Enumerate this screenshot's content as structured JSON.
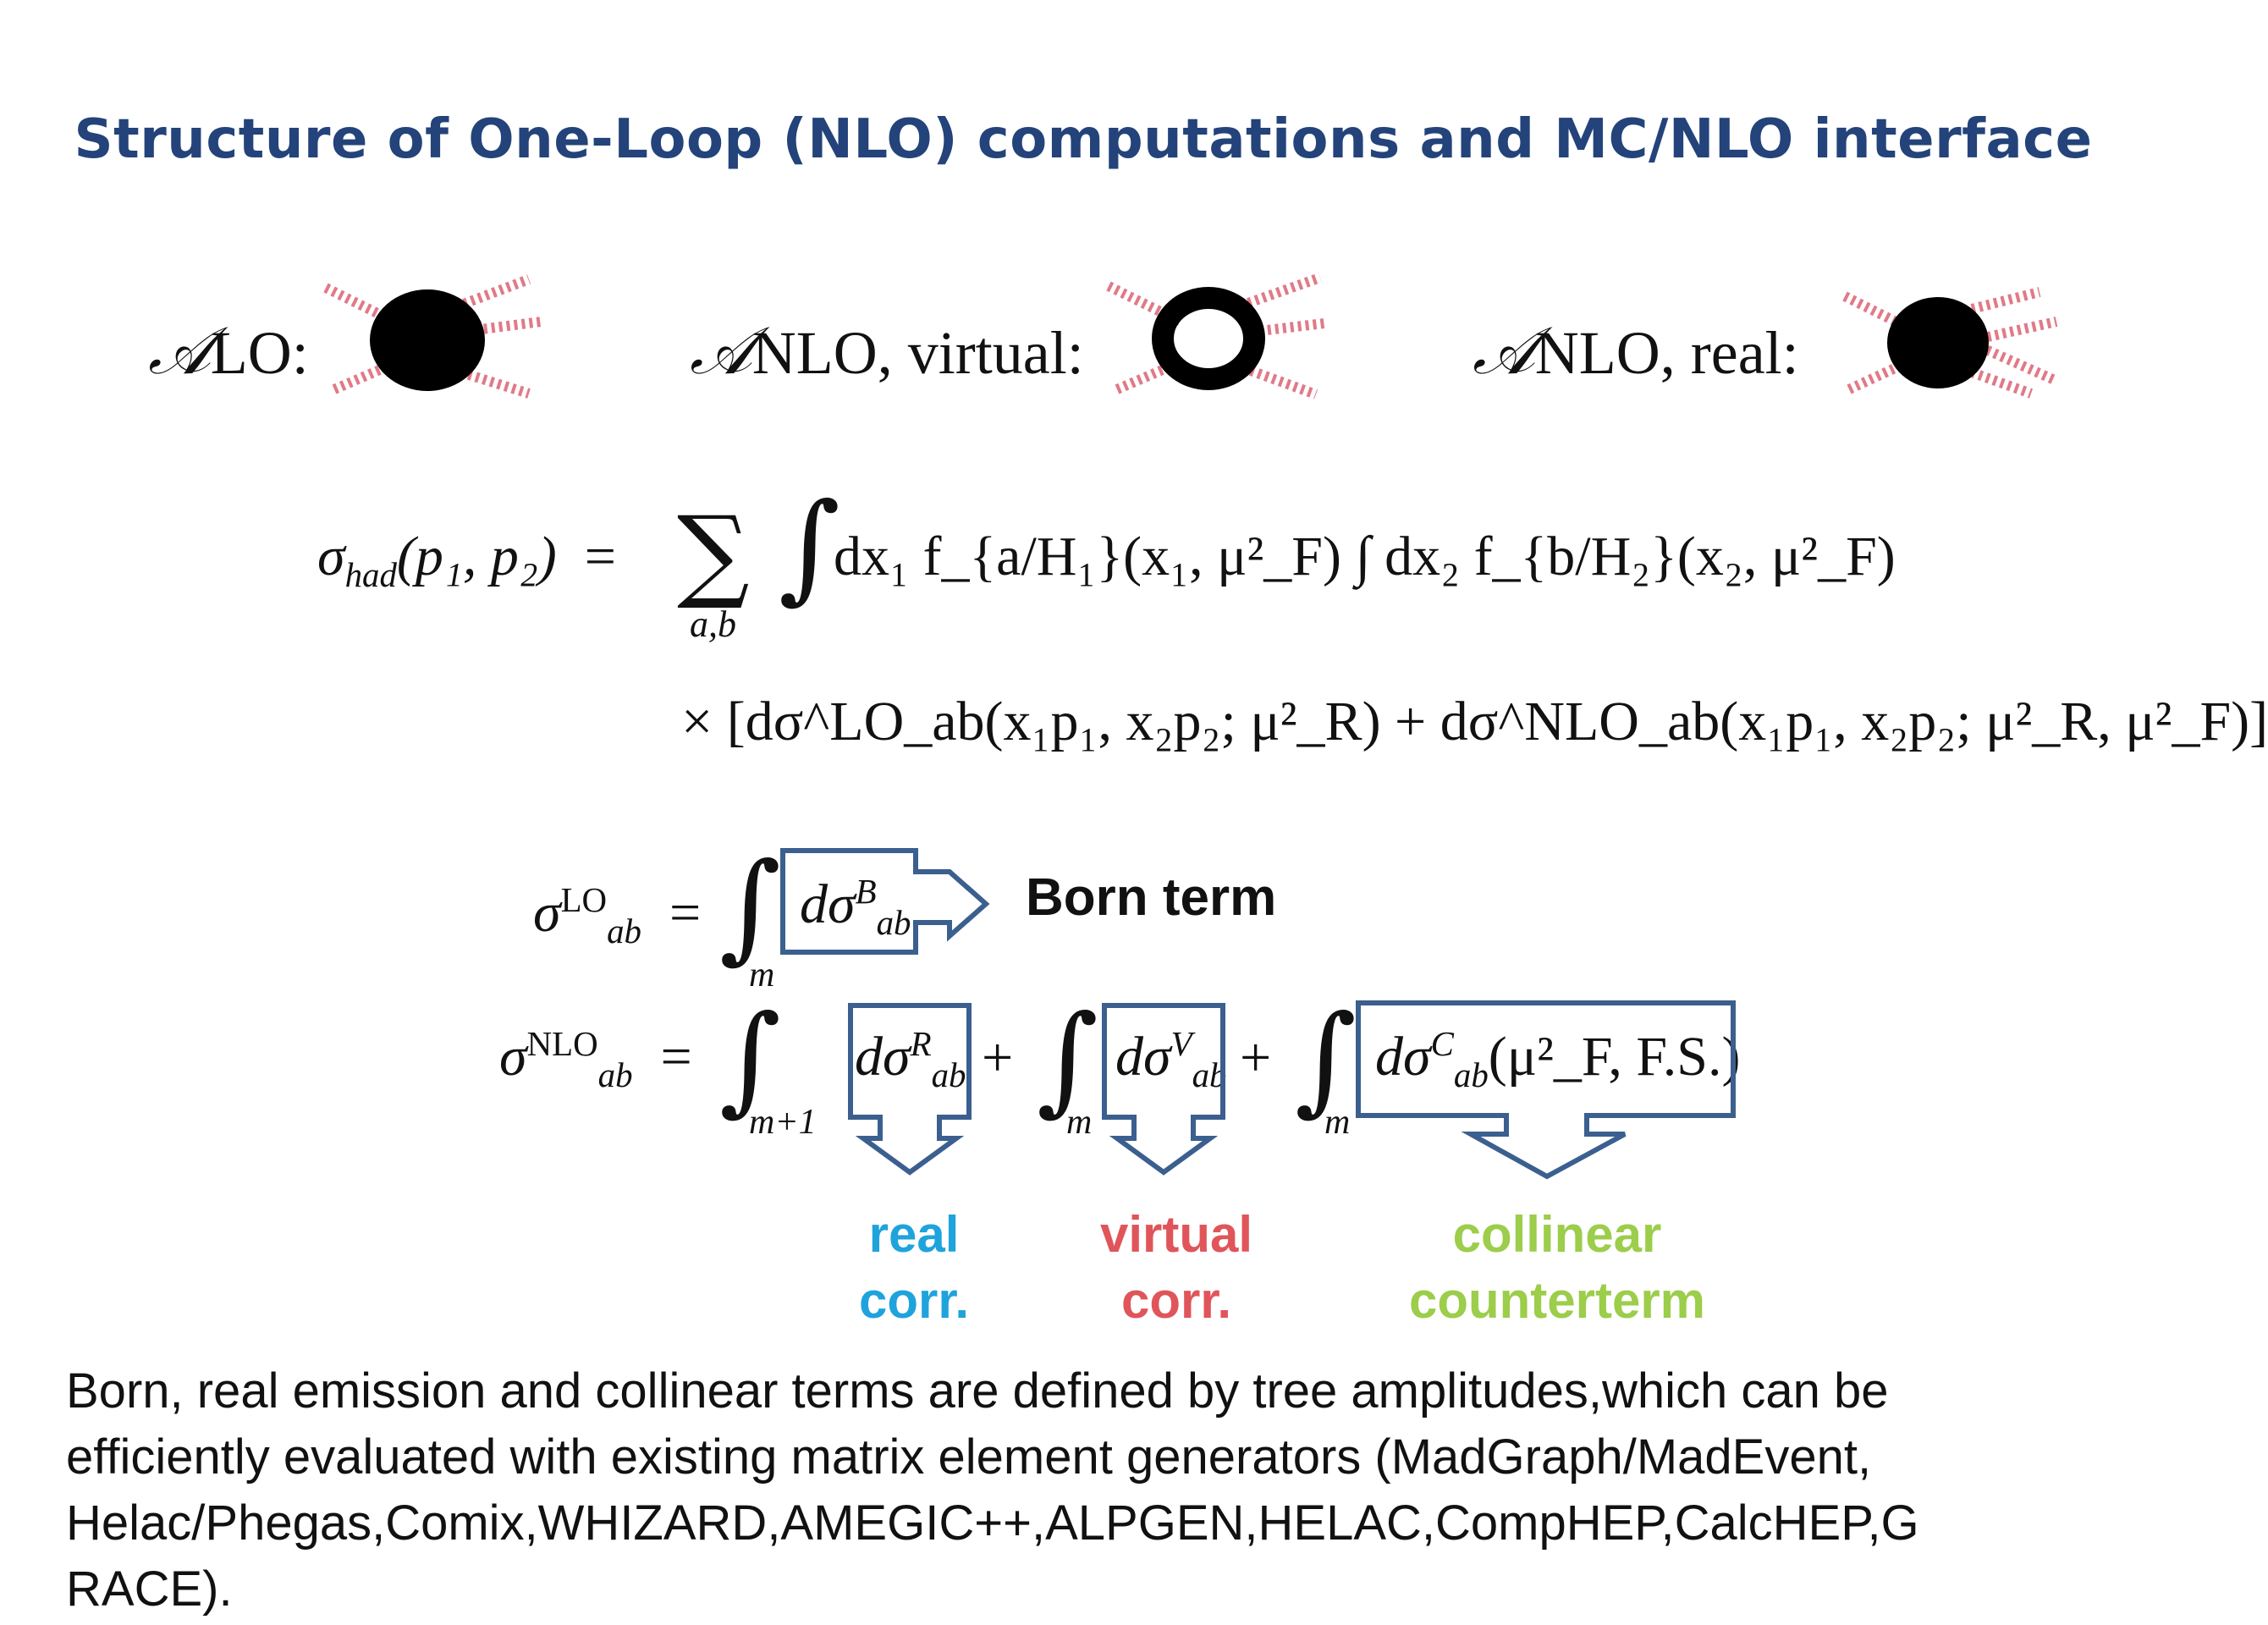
{
  "title": "Structure of One-Loop (NLO) computations and MC/NLO interface",
  "amplitudes": [
    {
      "symbol": "𝒜",
      "subscript": "LO",
      "suffix": ":"
    },
    {
      "symbol": "𝒜",
      "subscript": "NLO, virtual",
      "suffix": ":"
    },
    {
      "symbol": "𝒜",
      "subscript": "NLO, real",
      "suffix": ":"
    }
  ],
  "hadronic_formula": {
    "lhs": "σ",
    "lhs_sub": "had",
    "lhs_args": "(p₁, p₂)",
    "equals": "=",
    "sum_index": "a,b",
    "line1": "dx₁ f_{a/H₁}(x₁, μ²_F) ∫ dx₂ f_{b/H₂}(x₂, μ²_F)",
    "line2": "× [dσ^LO_ab(x₁p₁, x₂p₂; μ²_R) + dσ^NLO_ab(x₁p₁, x₂p₂; μ²_R, μ²_F)]"
  },
  "lo_formula": {
    "lhs": "σ",
    "lhs_sup": "LO",
    "lhs_sub": "ab",
    "equals": "=",
    "integral_sub": "m",
    "term": "dσ",
    "term_sup": "B",
    "term_sub": "ab"
  },
  "born_label": "Born term",
  "nlo_formula": {
    "lhs": "σ",
    "lhs_sup": "NLO",
    "lhs_sub": "ab",
    "equals": "=",
    "terms": [
      {
        "integral_sub": "m+1",
        "term": "dσ",
        "sup": "R",
        "sub": "ab"
      },
      {
        "integral_sub": "m",
        "term": "dσ",
        "sup": "V",
        "sub": "ab"
      },
      {
        "integral_sub": "m",
        "term": "dσ",
        "sup": "C",
        "sub": "ab",
        "args": "(μ²_F, F.S.)"
      }
    ],
    "plus": "+"
  },
  "labels": {
    "real": {
      "line1": "real",
      "line2": "corr.",
      "color": "#1fa3dc"
    },
    "virtual": {
      "line1": "virtual",
      "line2": "corr.",
      "color": "#e0555a"
    },
    "collinear": {
      "line1": "collinear",
      "line2": "counterterm",
      "color": "#9ccd4b"
    }
  },
  "body_text": {
    "line1": "Born, real emission and collinear terms  are defined by tree amplitudes,which can be",
    "line2": "efficiently evaluated with existing matrix element generators (MadGraph/MadEvent,",
    "line3": "Helac/Phegas,Comix,WHIZARD,AMEGIC++,ALPGEN,HELAC,CompHEP,CalcHEP,G",
    "line4": "RACE)."
  },
  "colors": {
    "title": "#23437a",
    "box": "#3b5f8f",
    "gluon": "#e07a88"
  }
}
